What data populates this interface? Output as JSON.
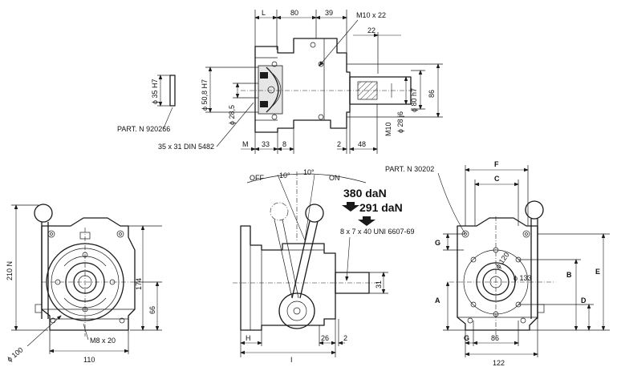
{
  "top_view": {
    "dims_top": [
      "L",
      "80",
      "39"
    ],
    "thread": "M10 x 22",
    "dim_22": "22",
    "dim_86": "86",
    "dia_80": "ϕ 80 h7",
    "dia_28": "ϕ 28 j6",
    "m10": "M10",
    "dia_50": "ϕ 50,8 H7",
    "dia_28_5": "ϕ 28,5",
    "dims_bottom": [
      "M",
      "33",
      "8",
      "2",
      "48"
    ],
    "part_ring": "PART. N 920266",
    "dia_35": "ϕ 35 H7",
    "spline": "35 x 31  DIN 5482"
  },
  "front_view": {
    "dim_210": "210 N",
    "dim_174": "174",
    "dim_66": "66",
    "bolt": "M8 x 20",
    "dia_100": "ϕ 100",
    "dim_110": "110"
  },
  "side_view": {
    "off": "OFF",
    "on": "ON",
    "angle_left": "10°",
    "angle_right": "10°",
    "force_1": "380 daN",
    "force_2": "291 daN",
    "key": "8 x 7 x 40  UNI 6607-69",
    "dim_31": "31",
    "dim_h": "H",
    "dim_i": "I",
    "dim_26": "26",
    "dim_2": "2"
  },
  "rear_view": {
    "part_label": "PART. N 30202",
    "dim_f": "F",
    "dim_c": "C",
    "dim_g_top": "G",
    "dim_e": "E",
    "dim_b": "B",
    "dim_a": "A",
    "dim_d": "D",
    "dia_120": "ϕ 120",
    "dia_133": "ϕ 133",
    "dim_g_bottom": "G",
    "dim_86": "86",
    "dim_122": "122"
  }
}
